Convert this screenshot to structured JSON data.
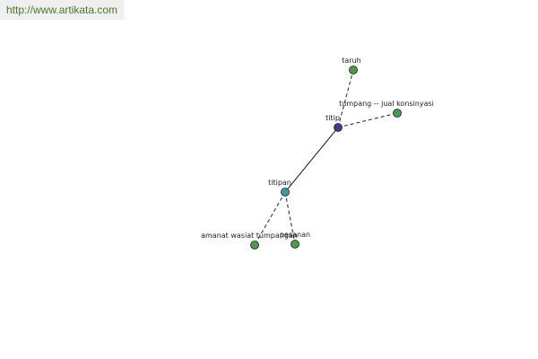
{
  "watermark": {
    "url_text": "http://www.artikata.com"
  },
  "colors": {
    "background": "#ffffff",
    "url_text": "#4a7a2b",
    "url_background": "#efefef",
    "node_green": "#4c9a4c",
    "node_teal": "#3f9b9b",
    "node_navy": "#3b3f8f",
    "node_stroke": "#1f1f1f",
    "edge": "#222222"
  },
  "graph": {
    "nodes": [
      {
        "id": "taruh",
        "label": "taruh",
        "color": "green"
      },
      {
        "id": "tumpang-jual-konsinyasi",
        "label": "tumpang -- jual konsinyasi",
        "color": "green"
      },
      {
        "id": "titip",
        "label": "titip",
        "color": "navy"
      },
      {
        "id": "titipan",
        "label": "titipan",
        "color": "teal"
      },
      {
        "id": "amanat-wasiat-tumpangan",
        "label": "amanat wasiat tumpangan",
        "color": "green"
      },
      {
        "id": "pesanan",
        "label": "pesanan",
        "color": "green"
      }
    ],
    "edges": [
      {
        "from": "titip",
        "to": "taruh",
        "style": "dashed"
      },
      {
        "from": "titip",
        "to": "tumpang-jual-konsinyasi",
        "style": "dashed"
      },
      {
        "from": "titip",
        "to": "titipan",
        "style": "solid"
      },
      {
        "from": "titipan",
        "to": "amanat-wasiat-tumpangan",
        "style": "dashed"
      },
      {
        "from": "titipan",
        "to": "pesanan",
        "style": "dashed"
      }
    ]
  }
}
